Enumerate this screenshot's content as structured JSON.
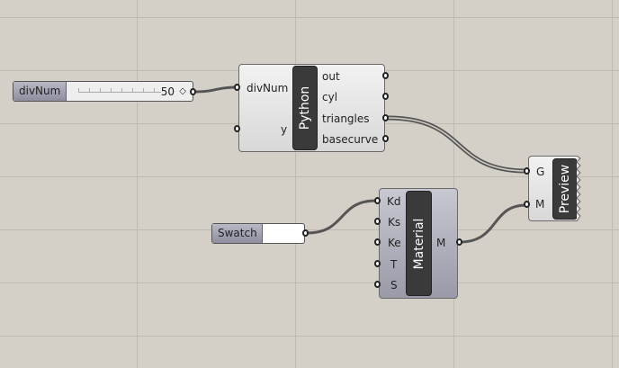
{
  "slider": {
    "label": "divNum",
    "value": "50",
    "diamond": "◇"
  },
  "python": {
    "title": "Python",
    "inputs": [
      "divNum",
      "y"
    ],
    "outputs": [
      "out",
      "cyl",
      "triangles",
      "basecurve"
    ]
  },
  "swatch": {
    "label": "Swatch",
    "color": "#ffffff"
  },
  "material": {
    "title": "Material",
    "inputs": [
      "Kd",
      "Ks",
      "Ke",
      "T",
      "S"
    ],
    "outputs": [
      "M"
    ]
  },
  "preview": {
    "title": "Preview",
    "inputs": [
      "G",
      "M"
    ]
  }
}
